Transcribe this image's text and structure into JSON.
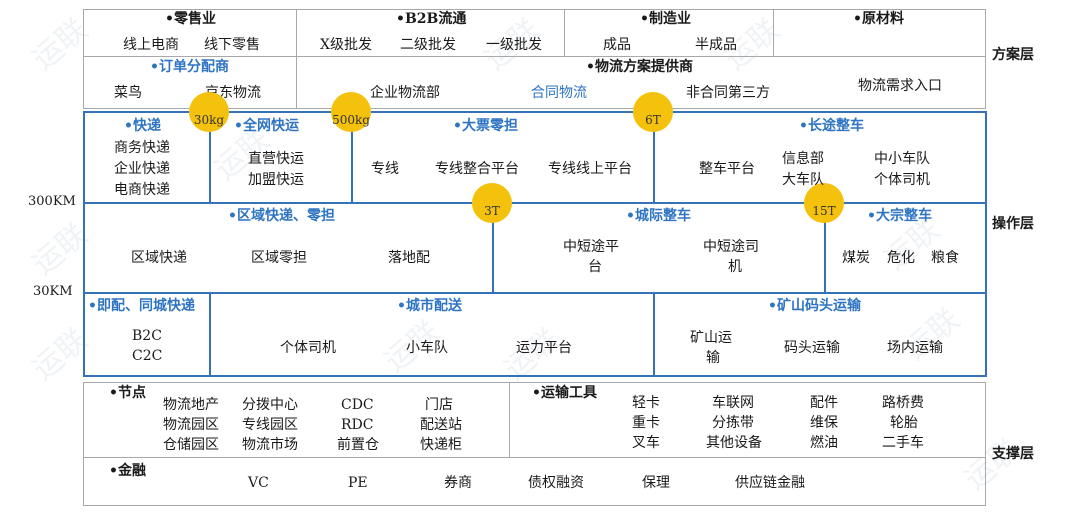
{
  "scheme_layer": {
    "label": "方案层",
    "retail": {
      "title": "•零售业",
      "items": [
        "线上电商",
        "线下零售"
      ]
    },
    "b2b": {
      "title": "•B2B流通",
      "items": [
        "X级批发",
        "二级批发",
        "一级批发"
      ]
    },
    "manufacturing": {
      "title": "•制造业",
      "items": [
        "成品",
        "半成品"
      ]
    },
    "raw": {
      "title": "•原材料"
    },
    "order_dist": {
      "title": "•订单分配商",
      "items": [
        "菜鸟",
        "京东物流"
      ]
    },
    "solution": {
      "title": "•物流方案提供商",
      "items": [
        "企业物流部",
        "合同物流",
        "非合同第三方",
        "物流需求入口"
      ]
    }
  },
  "operation_layer": {
    "label": "操作层",
    "km_300": "300KM",
    "km_30": "30KM",
    "badges": {
      "b30kg": "30kg",
      "b500kg": "500kg",
      "b6t": "6T",
      "b3t": "3T",
      "b15t": "15T"
    },
    "express": {
      "title": "•快递",
      "items": [
        "商务快递",
        "企业快递",
        "电商快递"
      ]
    },
    "network": {
      "title": "•全网快运",
      "items": [
        "直营快运",
        "加盟快运"
      ]
    },
    "bulk": {
      "title": "•大票零担",
      "items": [
        "专线",
        "专线整合平台",
        "专线线上平台"
      ]
    },
    "long_haul": {
      "title": "•长途整车",
      "items": [
        "整车平台",
        "信息部",
        "大车队",
        "中小车队",
        "个体司机"
      ]
    },
    "regional": {
      "title": "•区域快递、零担",
      "items": [
        "区域快递",
        "区域零担",
        "落地配"
      ]
    },
    "intercity": {
      "title": "•城际整车",
      "items": [
        "中短途平",
        "台",
        "中短途司",
        "机"
      ]
    },
    "commodity": {
      "title": "•大宗整车",
      "items": [
        "煤炭",
        "危化",
        "粮食"
      ]
    },
    "instant": {
      "title": "•即配、同城快递",
      "items": [
        "B2C",
        "C2C"
      ]
    },
    "city": {
      "title": "•城市配送",
      "items": [
        "个体司机",
        "小车队",
        "运力平台"
      ]
    },
    "mine": {
      "title": "•矿山码头运输",
      "items": [
        "矿山运",
        "输",
        "码头运输",
        "场内运输"
      ]
    }
  },
  "support_layer": {
    "label": "支撑层",
    "nodes": {
      "title": "•节点",
      "grid": [
        [
          "物流地产",
          "分拨中心",
          "CDC",
          "门店"
        ],
        [
          "物流园区",
          "专线园区",
          "RDC",
          "配送站"
        ],
        [
          "仓储园区",
          "物流市场",
          "前置仓",
          "快递柜"
        ]
      ]
    },
    "tools": {
      "title": "•运输工具",
      "grid": [
        [
          "轻卡",
          "车联网",
          "配件",
          "路桥费"
        ],
        [
          "重卡",
          "分拣带",
          "维保",
          "轮胎"
        ],
        [
          "叉车",
          "其他设备",
          "燃油",
          "二手车"
        ]
      ]
    },
    "finance": {
      "title": "•金融",
      "items": [
        "VC",
        "PE",
        "券商",
        "债权融资",
        "保理",
        "供应链金融"
      ]
    }
  },
  "watermark": "运联",
  "colors": {
    "blue": "#3572b8",
    "blue_text": "#2e74c3",
    "badge": "#f4c20d",
    "gray_border": "#a8a8a8"
  }
}
